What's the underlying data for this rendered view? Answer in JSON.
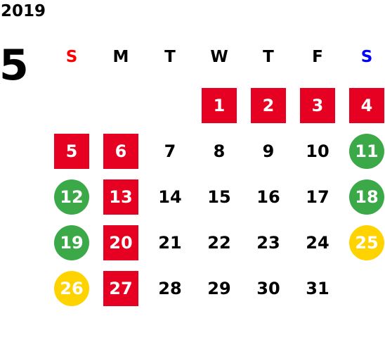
{
  "header": {
    "year": "2019",
    "month": "5"
  },
  "weekdays": [
    {
      "label": "S",
      "color": "#ff0000"
    },
    {
      "label": "M",
      "color": "#000000"
    },
    {
      "label": "T",
      "color": "#000000"
    },
    {
      "label": "W",
      "color": "#000000"
    },
    {
      "label": "T",
      "color": "#000000"
    },
    {
      "label": "F",
      "color": "#000000"
    },
    {
      "label": "S",
      "color": "#0000ff"
    }
  ],
  "marks": {
    "red-square": "#e60021",
    "green-circle": "#3ca948",
    "yellow-circle": "#ffd300"
  },
  "weeks": [
    [
      null,
      null,
      null,
      {
        "day": "1",
        "mark": "red-square"
      },
      {
        "day": "2",
        "mark": "red-square"
      },
      {
        "day": "3",
        "mark": "red-square"
      },
      {
        "day": "4",
        "mark": "red-square"
      }
    ],
    [
      {
        "day": "5",
        "mark": "red-square"
      },
      {
        "day": "6",
        "mark": "red-square"
      },
      {
        "day": "7",
        "mark": null
      },
      {
        "day": "8",
        "mark": null
      },
      {
        "day": "9",
        "mark": null
      },
      {
        "day": "10",
        "mark": null
      },
      {
        "day": "11",
        "mark": "green-circle"
      }
    ],
    [
      {
        "day": "12",
        "mark": "green-circle"
      },
      {
        "day": "13",
        "mark": "red-square"
      },
      {
        "day": "14",
        "mark": null
      },
      {
        "day": "15",
        "mark": null
      },
      {
        "day": "16",
        "mark": null
      },
      {
        "day": "17",
        "mark": null
      },
      {
        "day": "18",
        "mark": "green-circle"
      }
    ],
    [
      {
        "day": "19",
        "mark": "green-circle"
      },
      {
        "day": "20",
        "mark": "red-square"
      },
      {
        "day": "21",
        "mark": null
      },
      {
        "day": "22",
        "mark": null
      },
      {
        "day": "23",
        "mark": null
      },
      {
        "day": "24",
        "mark": null
      },
      {
        "day": "25",
        "mark": "yellow-circle"
      }
    ],
    [
      {
        "day": "26",
        "mark": "yellow-circle"
      },
      {
        "day": "27",
        "mark": "red-square"
      },
      {
        "day": "28",
        "mark": null
      },
      {
        "day": "29",
        "mark": null
      },
      {
        "day": "30",
        "mark": null
      },
      {
        "day": "31",
        "mark": null
      },
      null
    ]
  ]
}
